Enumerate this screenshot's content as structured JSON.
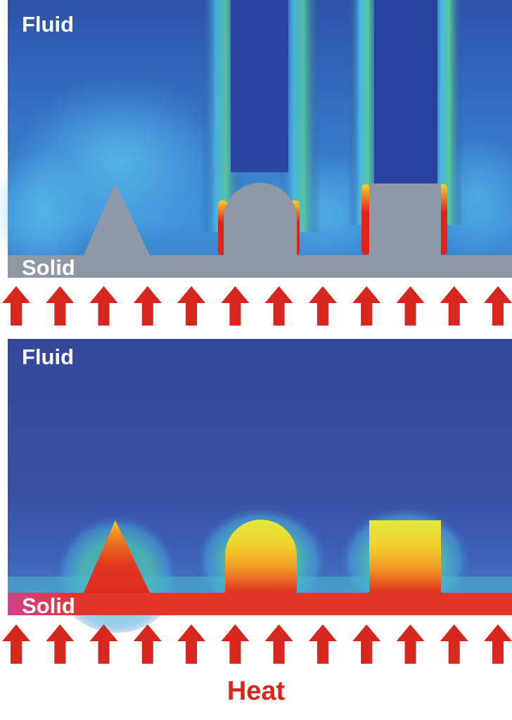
{
  "top_panel": {
    "fluid_label": "Fluid",
    "solid_label": "Solid",
    "shapes": [
      "triangle",
      "semicircle-topped-block",
      "square-block"
    ],
    "colormap_note_colors": {
      "fluid_background": "#2f5fb0",
      "solid": "#8e98a6",
      "hot": "#e2231a"
    }
  },
  "bottom_panel": {
    "fluid_label": "Fluid",
    "solid_label": "Solid",
    "shapes": [
      "triangle",
      "semicircle-topped-block",
      "square-block"
    ],
    "colors": {
      "fluid_background": "#3a4fa0",
      "solid_base": "#e23a2e",
      "warm": "#f2d230"
    }
  },
  "arrows": {
    "rows": 2,
    "count_per_row": 12,
    "color": "#d7261e",
    "icon": "up-arrow-icon"
  },
  "heat_label": "Heat"
}
